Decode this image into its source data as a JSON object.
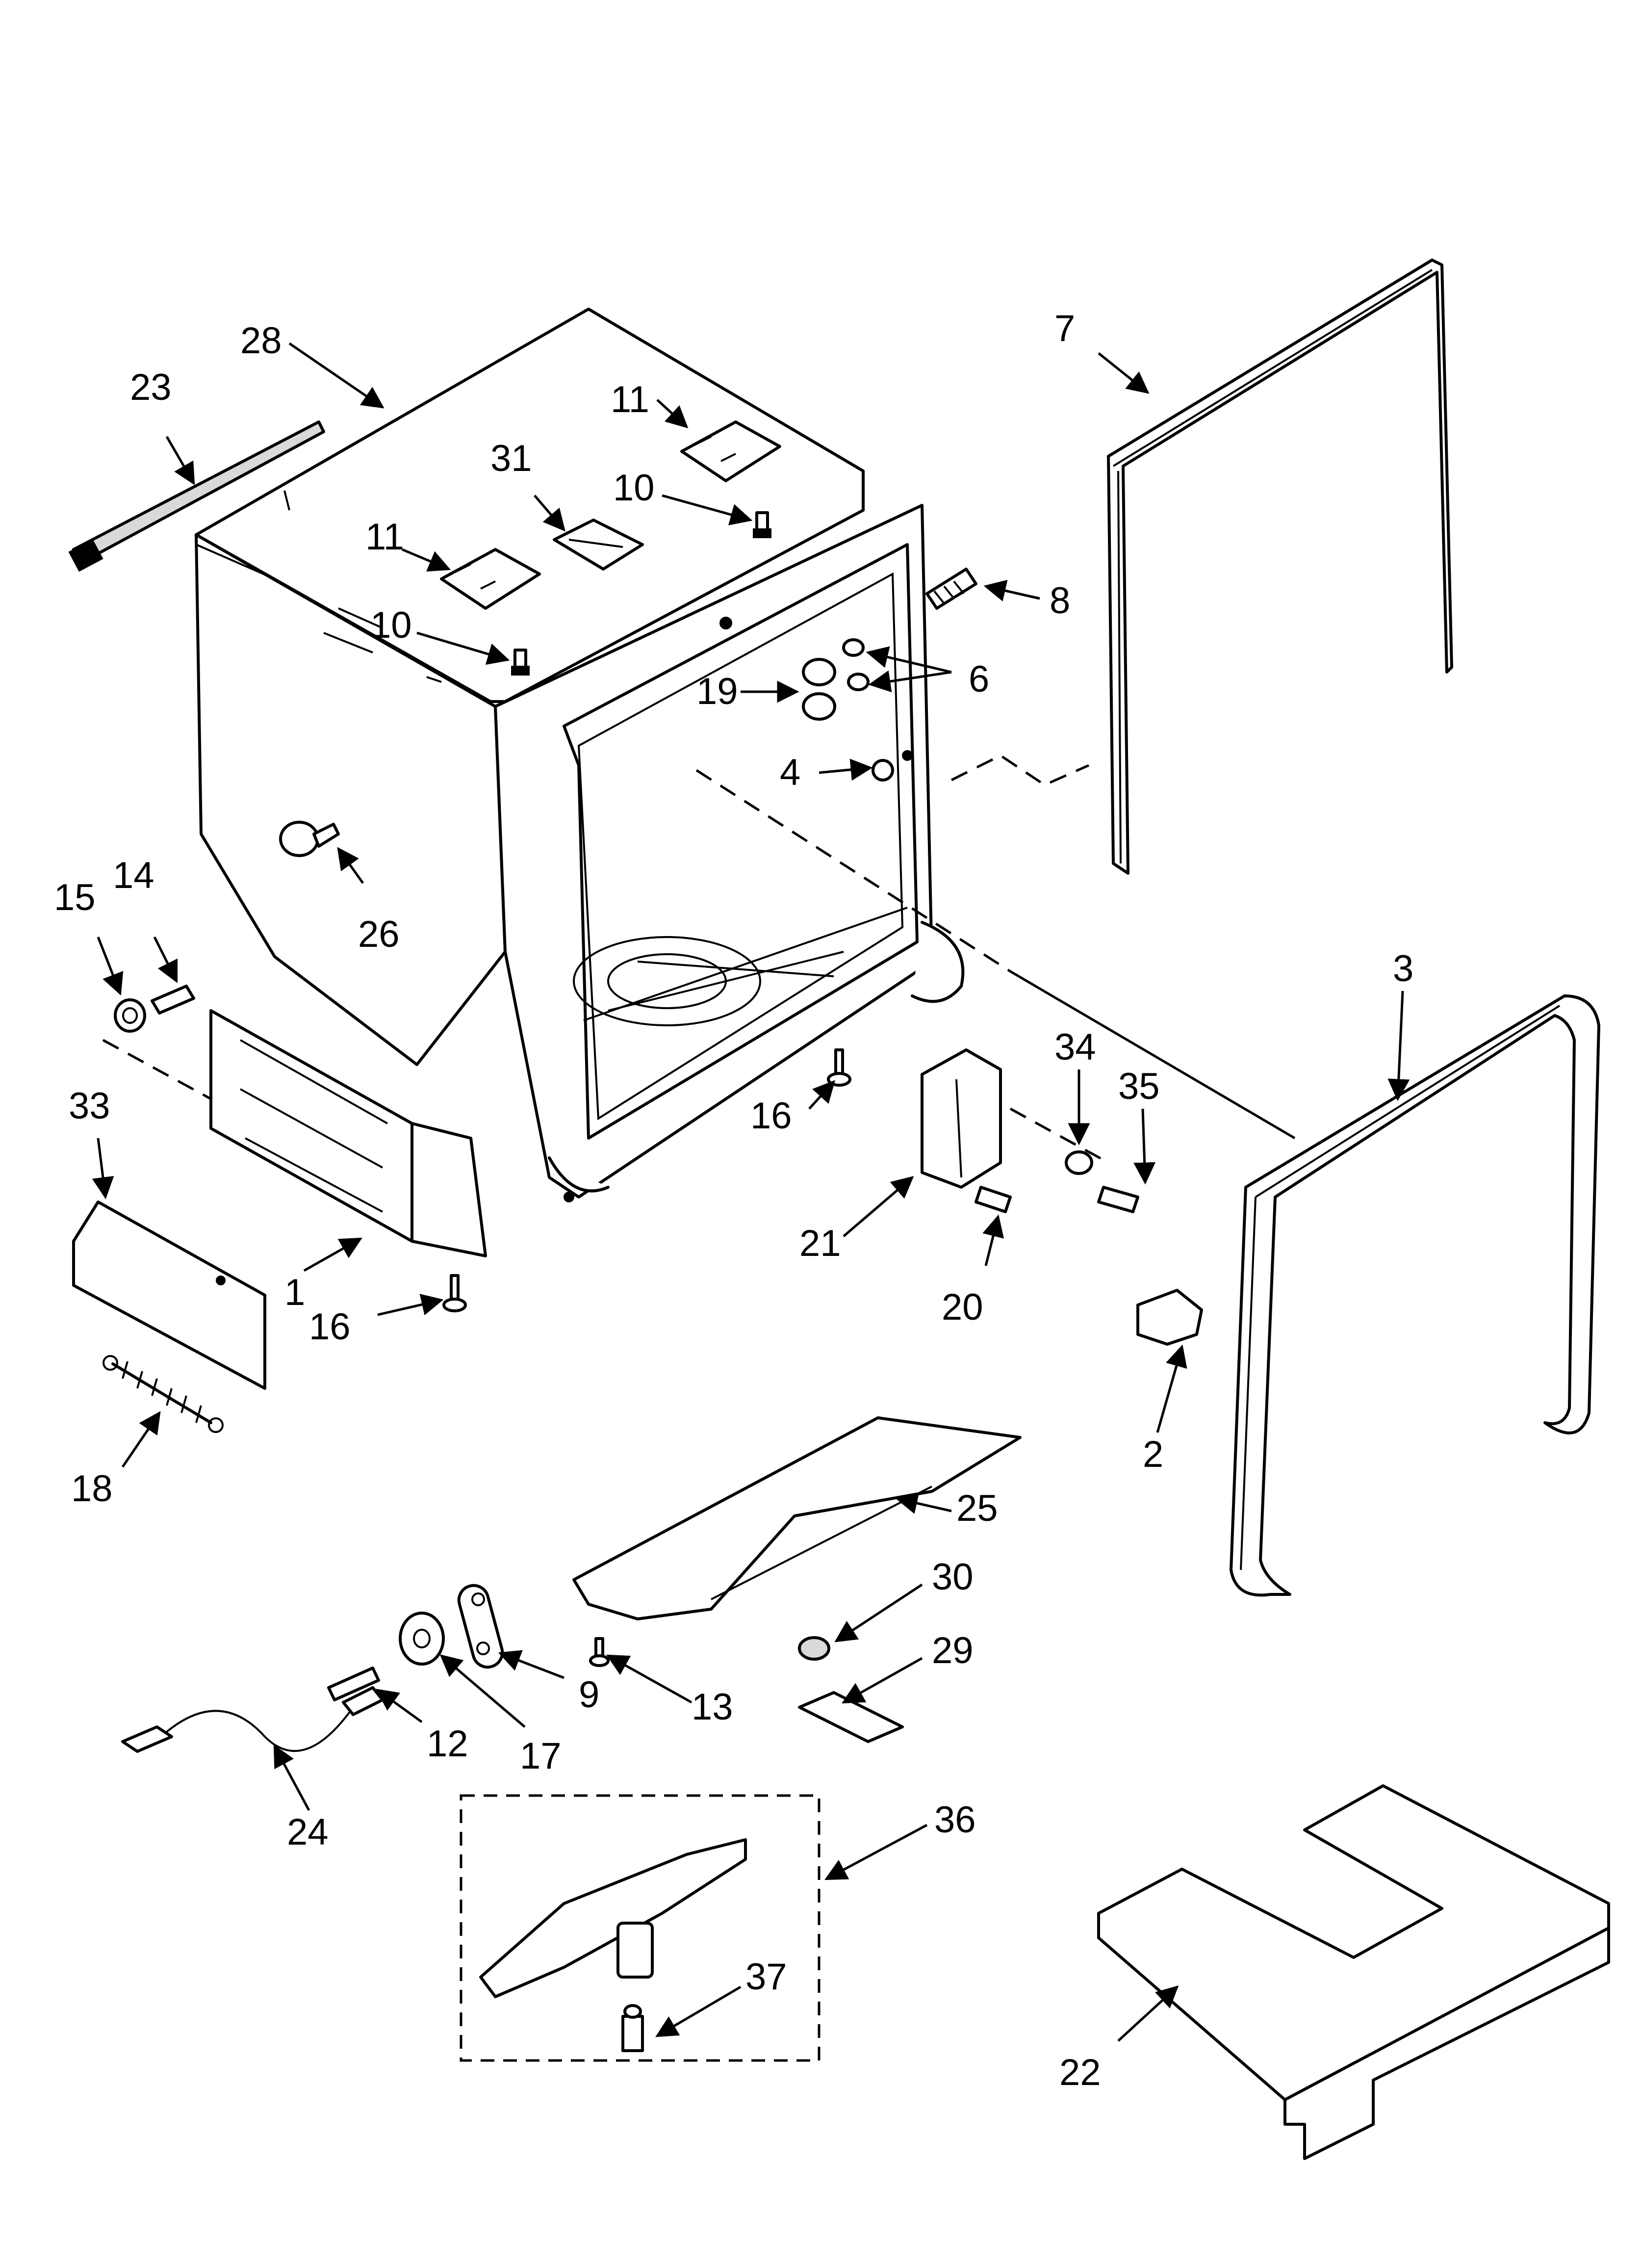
{
  "diagram": {
    "callouts": {
      "c1": "1",
      "c2": "2",
      "c3": "3",
      "c4": "4",
      "c6": "6",
      "c7": "7",
      "c8": "8",
      "c9": "9",
      "c10a": "10",
      "c10b": "10",
      "c11a": "11",
      "c11b": "11",
      "c12": "12",
      "c13": "13",
      "c14": "14",
      "c15": "15",
      "c16a": "16",
      "c16b": "16",
      "c17": "17",
      "c18": "18",
      "c19": "19",
      "c20": "20",
      "c21": "21",
      "c22": "22",
      "c23": "23",
      "c24": "24",
      "c25": "25",
      "c26": "26",
      "c28": "28",
      "c29": "29",
      "c30": "30",
      "c31": "31",
      "c33": "33",
      "c34": "34",
      "c35": "35",
      "c36": "36",
      "c37": "37"
    }
  }
}
